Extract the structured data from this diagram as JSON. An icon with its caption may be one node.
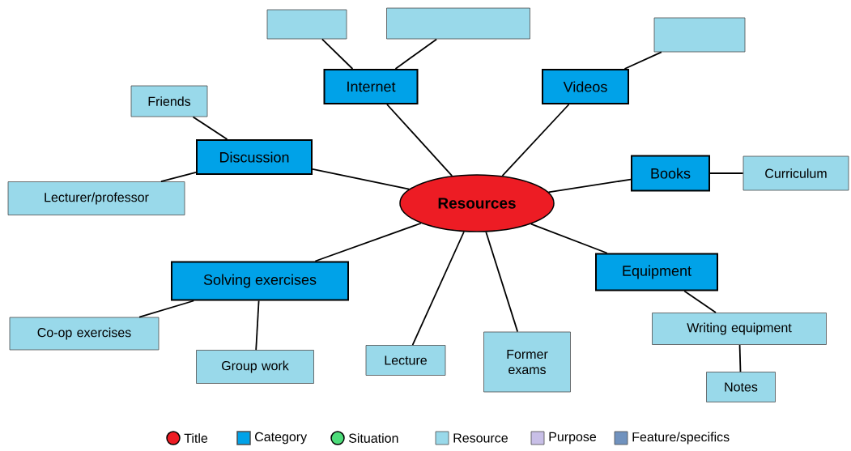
{
  "diagram": {
    "nodes": [
      {
        "text": [
          "Resources"
        ]
      },
      {
        "text": [
          "Internet"
        ]
      },
      {
        "text": [],
        "shape": "box"
      },
      {
        "text": [],
        "shape": "box"
      },
      {
        "text": [
          "Videos"
        ]
      },
      {
        "text": [],
        "shape": "box"
      },
      {
        "text": [
          "Discussion"
        ]
      },
      {
        "text": [
          "Friends"
        ]
      },
      {
        "text": [
          "Lecturer/professor"
        ]
      },
      {
        "text": [
          "Books"
        ]
      },
      {
        "text": [
          "Curriculum"
        ]
      },
      {
        "text": [
          "Solving exercises"
        ]
      },
      {
        "text": [
          "Co-op exercises"
        ]
      },
      {
        "text": [
          "Group work"
        ]
      },
      {
        "text": [
          "Lecture"
        ]
      },
      {
        "text": [
          "Former exams"
        ]
      },
      {
        "text": [
          "Equipment"
        ]
      },
      {
        "text": [
          "Writing equipment"
        ]
      },
      {
        "text": [
          "Notes"
        ]
      }
    ],
    "edges": [
      {
        "from": 0,
        "to": 1,
        "arrow": "none"
      },
      {
        "from": 1,
        "to": 2,
        "arrow": "none"
      },
      {
        "from": 1,
        "to": 3,
        "arrow": "none"
      },
      {
        "from": 0,
        "to": 4,
        "arrow": "none"
      },
      {
        "from": 4,
        "to": 5,
        "arrow": "none"
      },
      {
        "from": 0,
        "to": 6,
        "arrow": "none"
      },
      {
        "from": 6,
        "to": 7,
        "arrow": "none"
      },
      {
        "from": 6,
        "to": 8,
        "arrow": "none"
      },
      {
        "from": 0,
        "to": 9,
        "arrow": "none"
      },
      {
        "from": 9,
        "to": 10,
        "arrow": "none"
      },
      {
        "from": 0,
        "to": 11,
        "arrow": "none"
      },
      {
        "from": 11,
        "to": 12,
        "arrow": "none"
      },
      {
        "from": 11,
        "to": 13,
        "arrow": "none"
      },
      {
        "from": 0,
        "to": 14,
        "arrow": "none"
      },
      {
        "from": 0,
        "to": 15,
        "arrow": "none"
      },
      {
        "from": 0,
        "to": 16,
        "arrow": "none"
      },
      {
        "from": 16,
        "to": 17,
        "arrow": "none"
      },
      {
        "from": 17,
        "to": 18,
        "arrow": "none"
      }
    ],
    "legend": [
      {
        "text": "Title",
        "color": "#ed1c24"
      },
      {
        "text": "Category",
        "color": "#00a2e8"
      },
      {
        "text": "Situation",
        "color": "#4ddc7a"
      },
      {
        "text": "Resource",
        "color": "#99d9ea"
      },
      {
        "text": "Purpose",
        "color": "#c8bfe7"
      },
      {
        "text": "Feature/specifics",
        "color": "#7092be"
      }
    ]
  }
}
